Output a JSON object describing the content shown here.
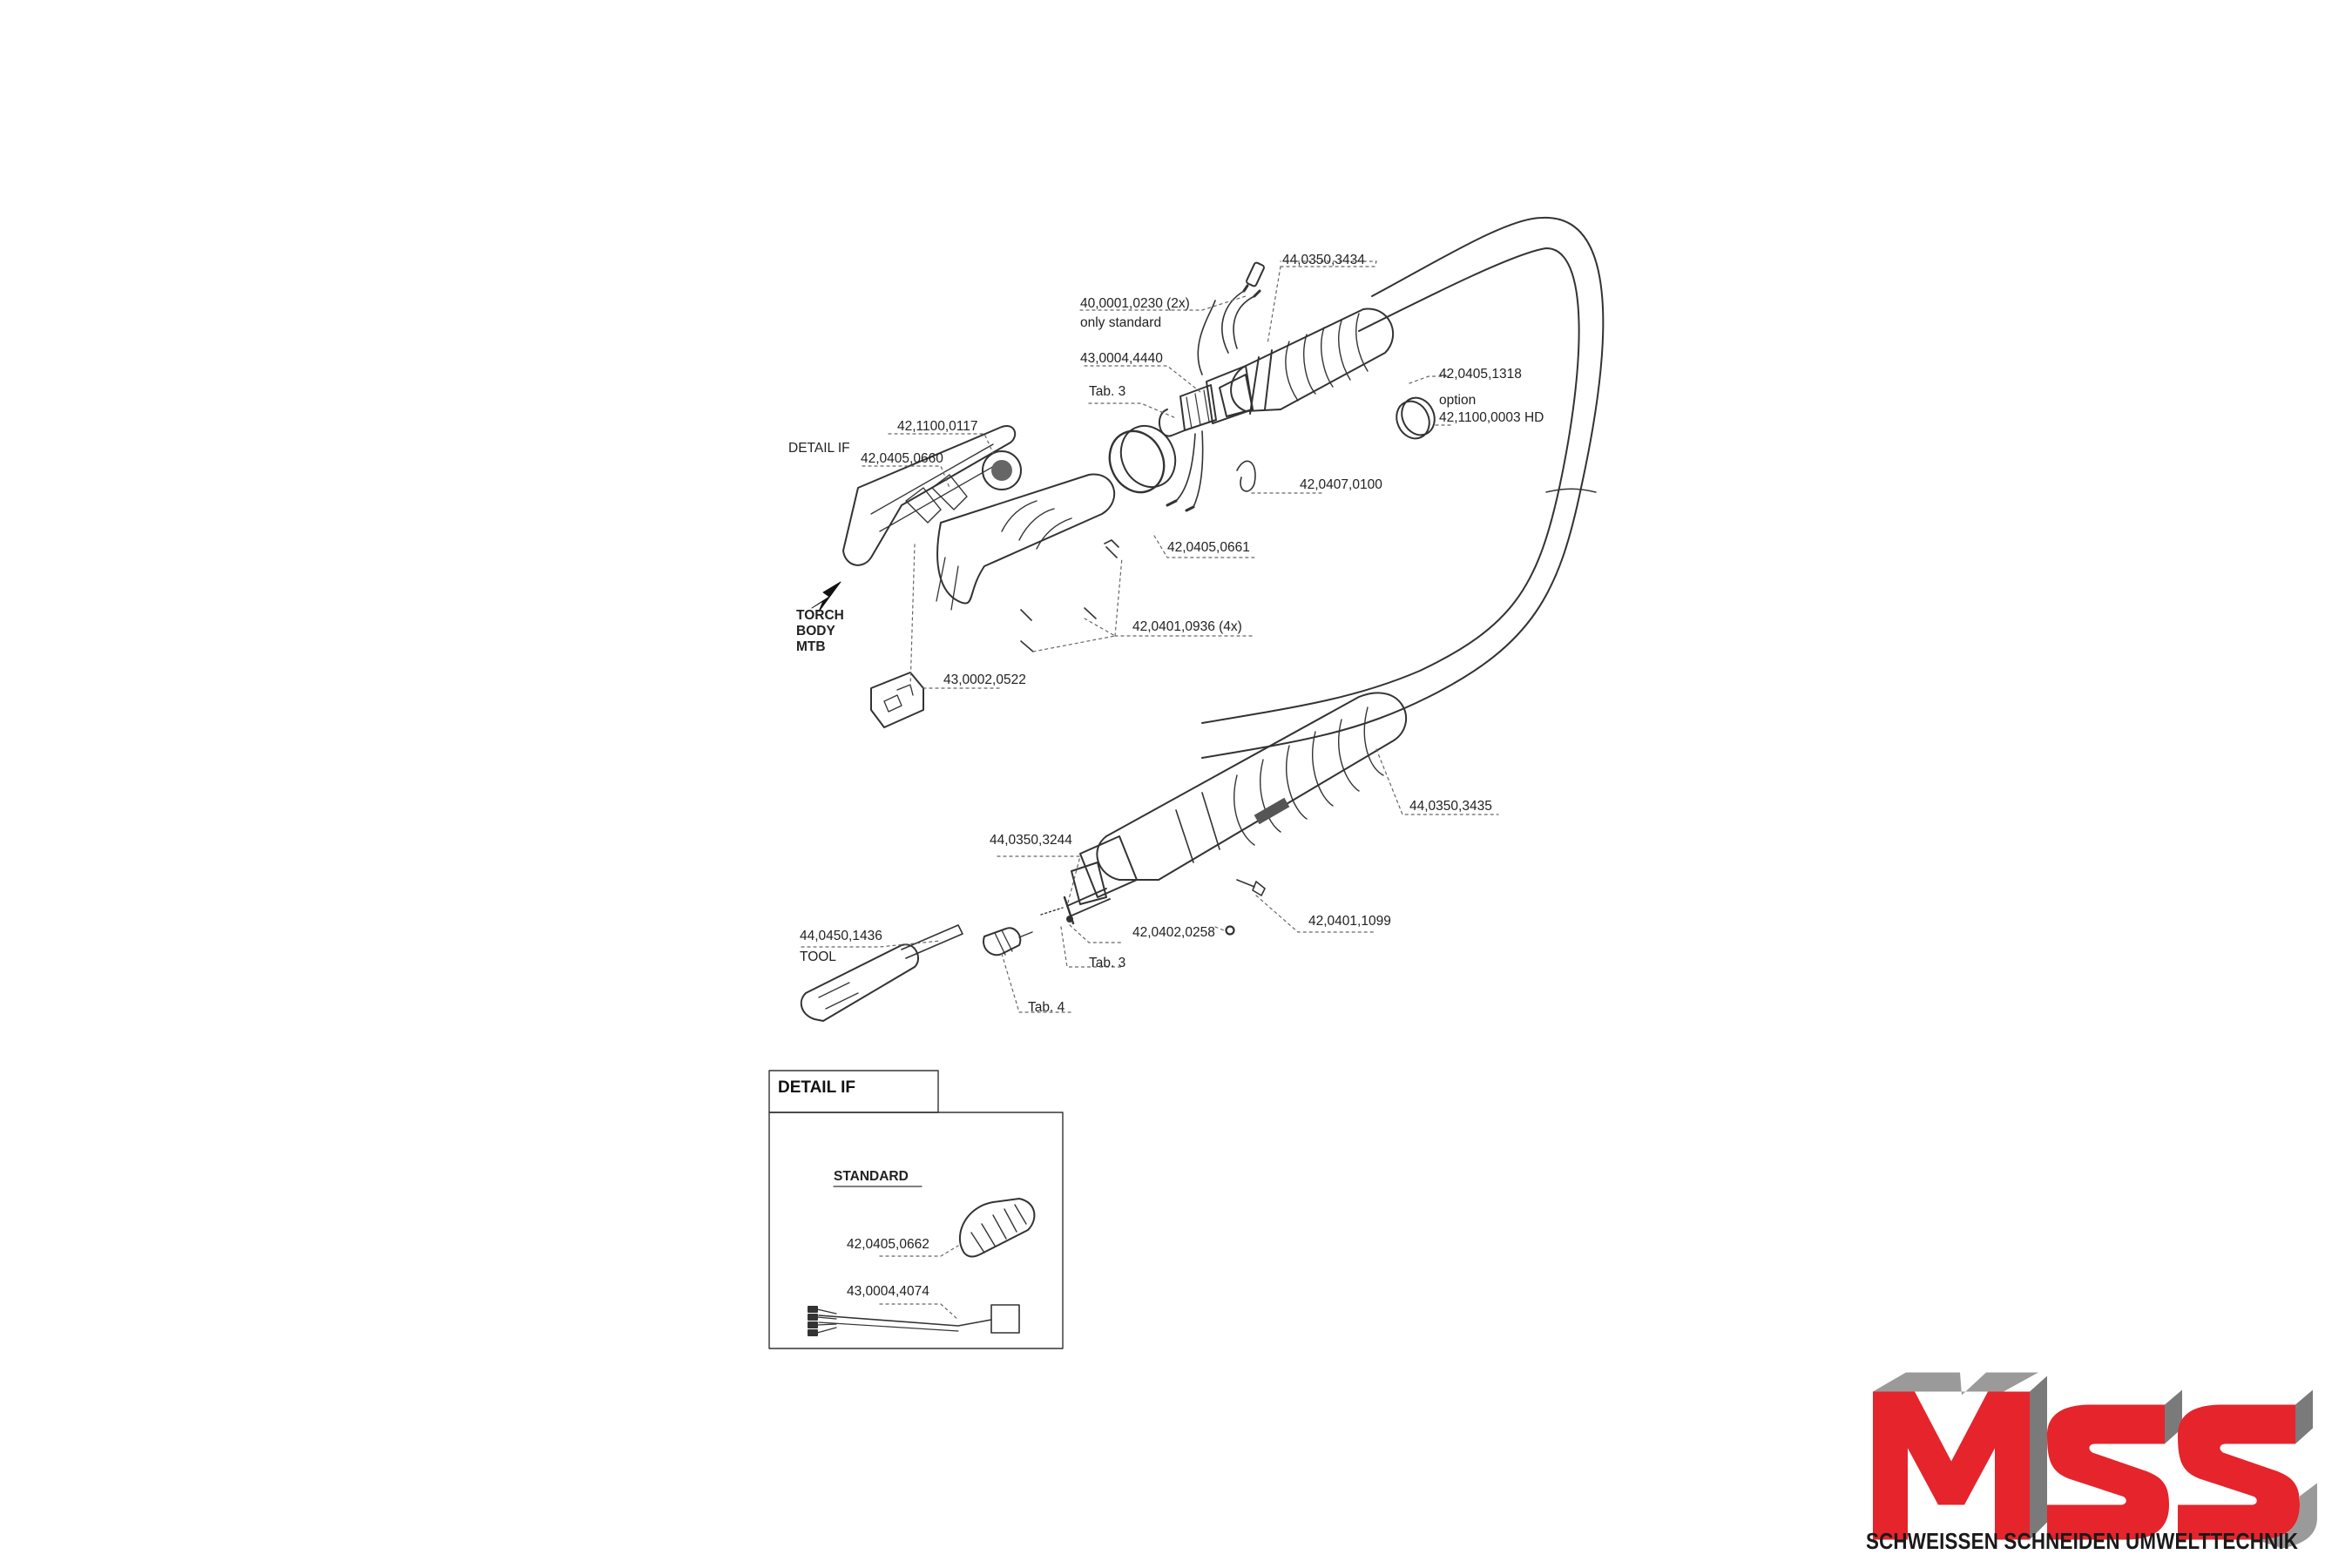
{
  "labels": {
    "p1": "40,0001,0230 (2x)",
    "p1_note": "only standard",
    "p2": "44,0350,3434",
    "p3": "43,0004,4440",
    "p4": "Tab. 3",
    "p5": "42,1100,0117",
    "p6": "42,0405,0660",
    "p7": "DETAIL IF",
    "p8": "42,0405,1318",
    "p8_option": "option",
    "p8_hd": "42,1100,0003 HD",
    "p9": "42,0407,0100",
    "p10": "42,0405,0661",
    "p11": "42,0401,0936 (4x)",
    "torch_1": "TORCH",
    "torch_2": "BODY",
    "torch_3": "MTB",
    "p12": "43,0002,0522",
    "p13": "44,0350,3435",
    "p14": "44,0350,3244",
    "p15": "42,0401,1099",
    "p16": "42,0402,0258",
    "p17": "Tab. 3",
    "p18": "44,0450,1436",
    "p18_note": "TOOL",
    "p19": "Tab. 4"
  },
  "detail_box": {
    "title": "DETAIL IF",
    "standard": "STANDARD",
    "part_a": "42,0405,0662",
    "part_b": "43,0004,4074"
  },
  "logo": {
    "text": "MSS",
    "caption": "SCHWEISSEN SCHNEIDEN UMWELTTECHNIK",
    "red": "#e5242b",
    "grey": "#9a9a9a"
  }
}
